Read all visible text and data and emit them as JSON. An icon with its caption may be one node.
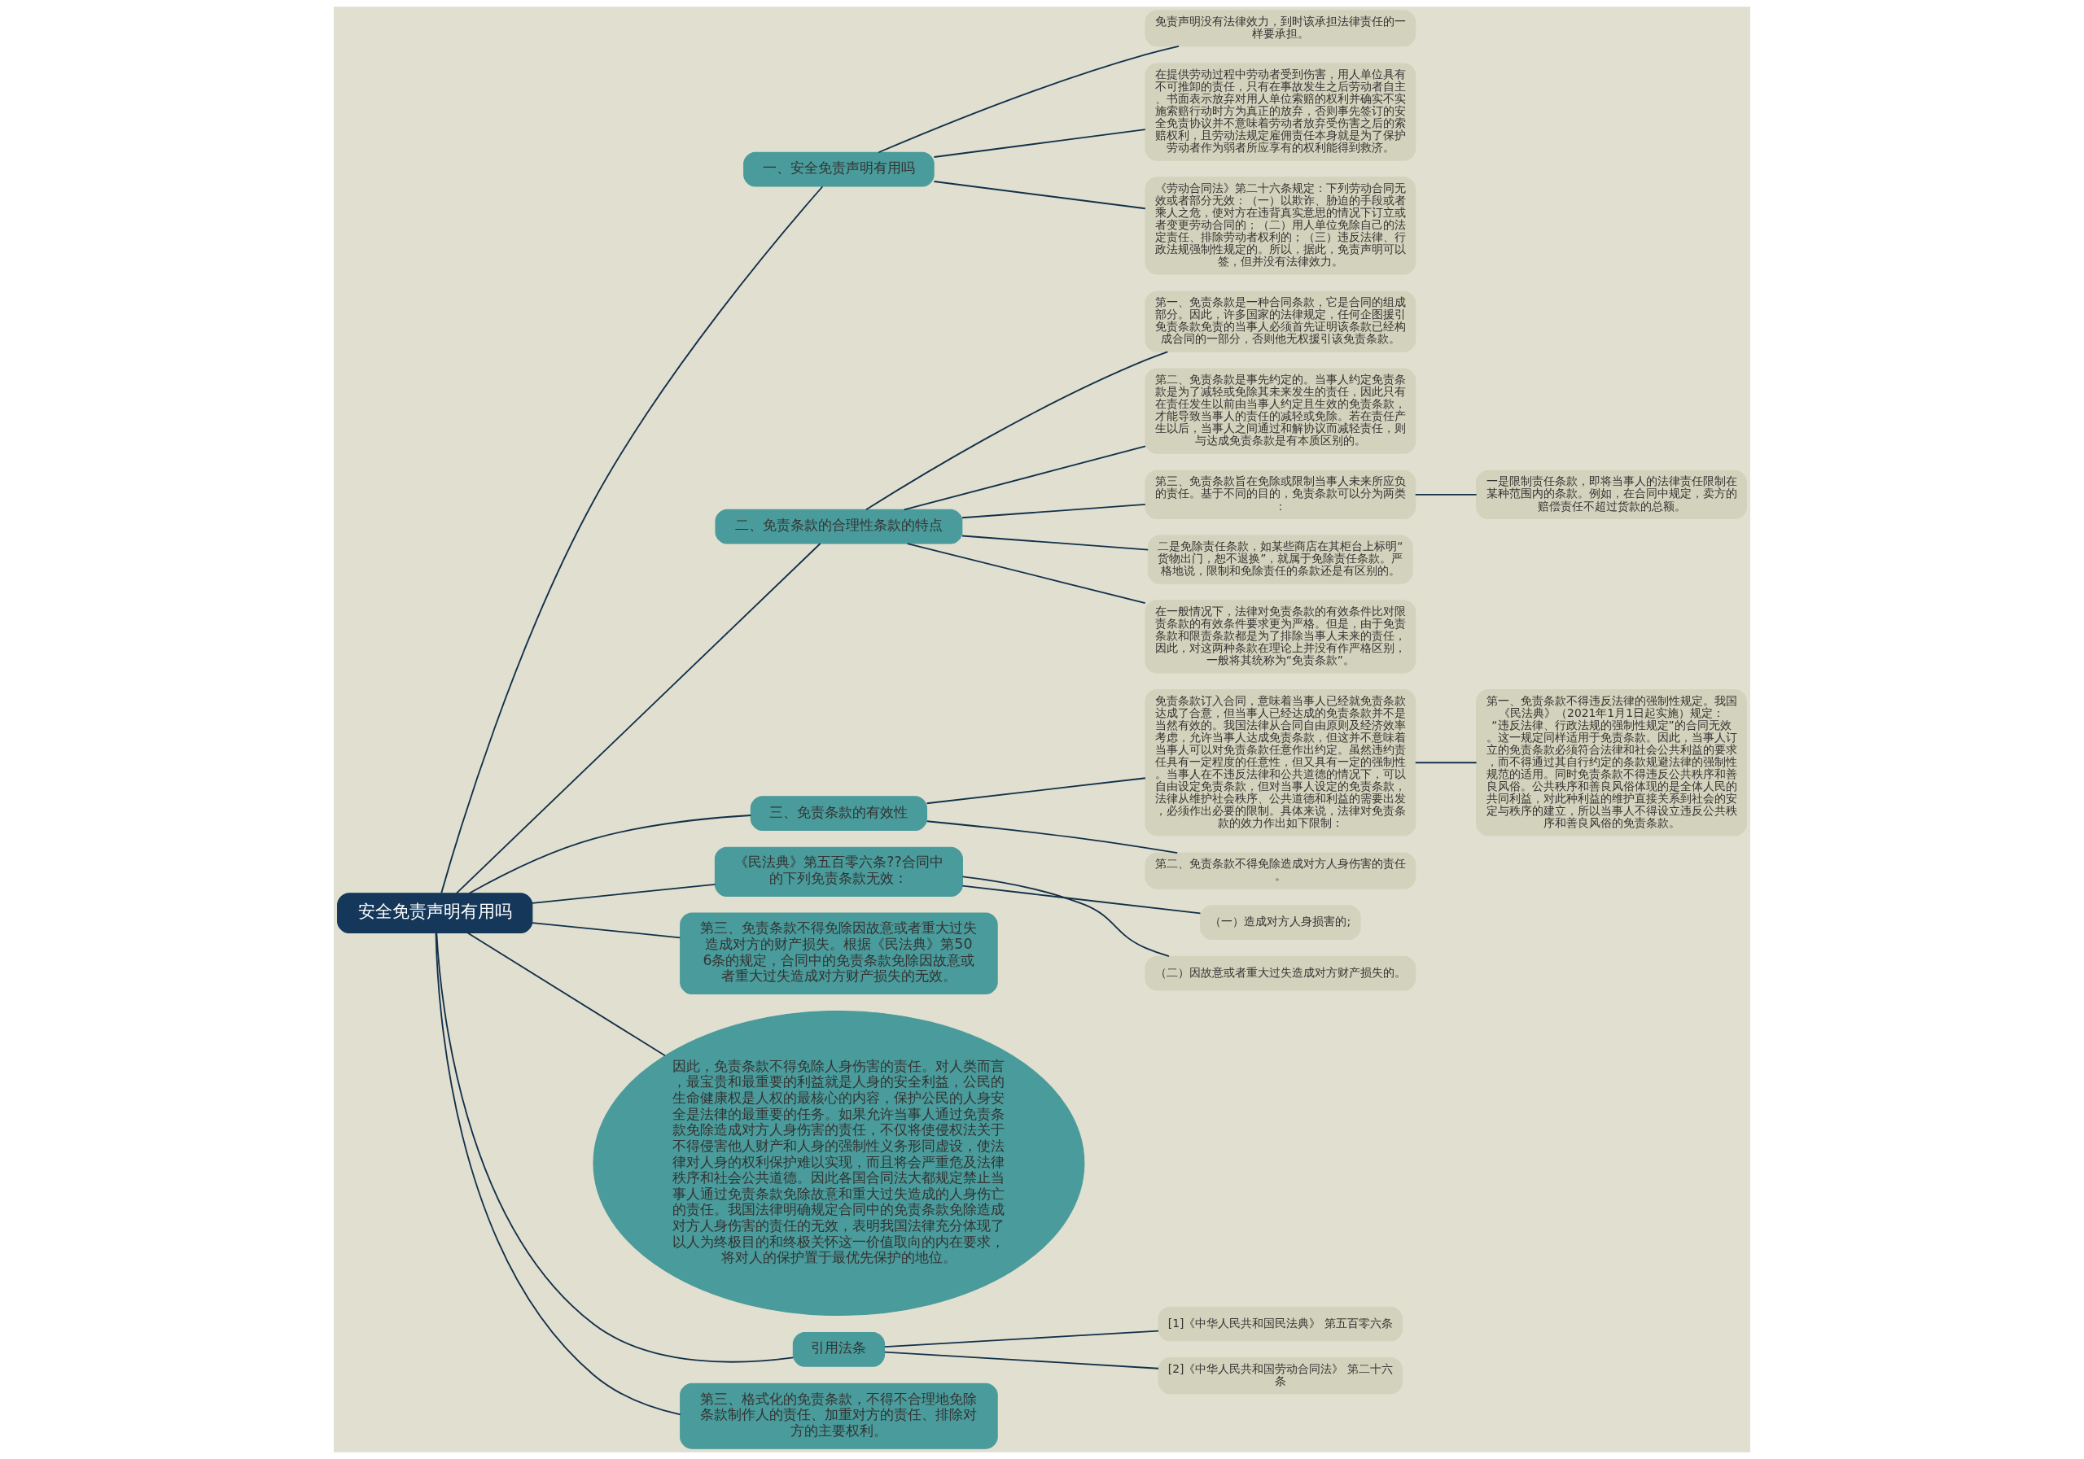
{
  "diagram": {
    "nodes": [
      {
        "text": [
          "安全免责声明有用吗"
        ]
      },
      {
        "text": [
          "一、安全免责声明有用吗"
        ]
      },
      {
        "text": [
          "免责声明没有法律效力，到时该承担法律责任的一样要承担。"
        ]
      },
      {
        "text": [
          "在提供劳动过程中劳动者受到伤害，用人单位具有不可推卸的责任，只有在事故发生之后劳动者自主、书面表示放弃对用人单位索赔的权利并确实不实施索赔行动时方为真正的放弃，否则事先签订的安全免责协议并不意味着劳动者放弃受伤害之后的索赔权利，且劳动法规定雇佣责任本身就是为了保护劳动者作为弱者所应享有的权利能得到救济。"
        ]
      },
      {
        "text": [
          "《劳动合同法》第二十六条规定：下列劳动合同无效或者部分无效：（一）以欺诈、胁迫的手段或者乘人之危，使对方在违背真实意思的情况下订立或者变更劳动合同的；（二）用人单位免除自己的法定责任、排除劳动者权利的；（三）违反法律、行政法规强制性规定的。所以，据此，免责声明可以签，但并没有法律效力。"
        ]
      },
      {
        "text": [
          "二、免责条款的合理性条款的特点"
        ]
      },
      {
        "text": [
          "第一、免责条款是一种合同条款，它是合同的组成部分。因此，许多国家的法律规定，任何企图援引免责条款免责的当事人必须首先证明该条款已经构成合同的一部分，否则他无权援引该免责条款。"
        ]
      },
      {
        "text": [
          "第二、免责条款是事先约定的。当事人约定免责条款是为了减轻或免除其未来发生的责任，因此只有在责任发生以前由当事人约定且生效的免责条款，才能导致当事人的责任的减轻或免除。若在责任产生以后，当事人之间通过和解协议而减轻责任，则与达成免责条款是有本质区别的。"
        ]
      },
      {
        "text": [
          "第三、免责条款旨在免除或限制当事人未来所应负的责任。基于不同的目的，免责条款可以分为两类："
        ]
      },
      {
        "text": [
          "一是限制责任条款，即将当事人的法律责任限制在某种范围内的条款。例如，在合同中规定，卖方的赔偿责任不超过货款的总额。"
        ]
      },
      {
        "text": [
          "二是免除责任条款，如某些商店在其柜台上标明“货物出门，恕不退换”，就属于免除责任条款。严格地说，限制和免除责任的条款还是有区别的。"
        ]
      },
      {
        "text": [
          "在一般情况下，法律对免责条款的有效条件比对限责条款的有效条件要求更为严格。但是，由于免责条款和限责条款都是为了排除当事人未来的责任，因此，对这两种条款在理论上并没有作严格区别，一般将其统称为“免责条款”。"
        ]
      },
      {
        "text": [
          "三、免责条款的有效性"
        ]
      },
      {
        "text": [
          "免责条款订入合同，意味着当事人已经就免责条款达成了合意，但当事人已经达成的免责条款并不是当然有效的。我国法律从合同自由原则及经济效率考虑，允许当事人达成免责条款，但这并不意味着当事人可以对免责条款任意作出约定。虽然违约责任具有一定程度的任意性，但又具有一定的强制性。当事人在不违反法律和公共道德的情况下，可以自由设定免责条款，但对当事人设定的免责条款，法律从维护社会秩序、公共道德和利益的需要出发，必须作出必要的限制。具体来说，法律对免责条款的效力作出如下限制："
        ]
      },
      {
        "text": [
          "第一、免责条款不得违反法律的强制性规定。我国《民法典》（2021年1月1日起实施）规定：“违反法律、行政法规的强制性规定”的合同无效。这一规定同样适用于免责条款。因此，当事人订立的免责条款必须符合法律和社会公共利益的要求，而不得通过其自行约定的条款规避法律的强制性规范的适用。同时免责条款不得违反公共秩序和善良风俗。公共秩序和善良风俗体现的是全体人民的共同利益，对此种利益的维护直接关系到社会的安定与秩序的建立，所以当事人不得设立违反公共秩序和善良风俗的免责条款。"
        ]
      },
      {
        "text": [
          "第二、免责条款不得免除造成对方人身伤害的责任。"
        ]
      },
      {
        "text": [
          "《民法典》第五百零六条??合同中的下列免责条款无效："
        ]
      },
      {
        "text": [
          "（一）造成对方人身损害的;"
        ]
      },
      {
        "text": [
          "（二）因故意或者重大过失造成对方财产损失的。"
        ]
      },
      {
        "text": [
          "第三、免责条款不得免除因故意或者重大过失造成对方的财产损失。根据《民法典》第506条的规定，合同中的免责条款免除因故意或者重大过失造成对方财产损失的无效。"
        ]
      },
      {
        "text": [
          "因此，免责条款不得免除人身伤害的责任。对人类而言，最宝贵和最重要的利益就是人身的安全利益，公民的生命健康权是人权的最核心的内容，保护公民的人身安全是法律的最重要的任务。如果允许当事人通过免责条款免除造成对方人身伤害的责任，不仅将使侵权法关于不得侵害他人财产和人身的强制性义务形同虚设，使法律对人身的权利保护难以实现，而且将会严重危及法律秩序和社会公共道德。因此各国合同法大都规定禁止当事人通过免责条款免除故意和重大过失造成的人身伤亡的责任。我国法律明确规定合同中的免责条款免除造成对方人身伤害的责任的无效，表明我国法律充分体现了以人为终极目的和终极关怀这一价值取向的内在要求，将对人的保护置于最优先保护的地位。"
        ]
      },
      {
        "text": [
          "引用法条"
        ]
      },
      {
        "text": [
          "[1]《中华人民共和国民法典》 第五百零六条"
        ]
      },
      {
        "text": [
          "[2]《中华人民共和国劳动合同法》 第二十六条"
        ]
      },
      {
        "text": [
          "第三、格式化的免责条款，不得不合理地免除条款制作人的责任、加重对方的责任、排除对方的主要权利。"
        ]
      }
    ],
    "edges": [
      {
        "from": 0,
        "to": 1,
        "arrow": "none"
      },
      {
        "from": 1,
        "to": 2,
        "arrow": "none"
      },
      {
        "from": 1,
        "to": 3,
        "arrow": "none"
      },
      {
        "from": 1,
        "to": 4,
        "arrow": "none"
      },
      {
        "from": 0,
        "to": 5,
        "arrow": "none"
      },
      {
        "from": 5,
        "to": 6,
        "arrow": "none"
      },
      {
        "from": 5,
        "to": 7,
        "arrow": "none"
      },
      {
        "from": 5,
        "to": 8,
        "arrow": "none"
      },
      {
        "from": 8,
        "to": 9,
        "arrow": "none"
      },
      {
        "from": 5,
        "to": 10,
        "arrow": "none"
      },
      {
        "from": 5,
        "to": 11,
        "arrow": "none"
      },
      {
        "from": 0,
        "to": 12,
        "arrow": "none"
      },
      {
        "from": 12,
        "to": 13,
        "arrow": "none"
      },
      {
        "from": 13,
        "to": 14,
        "arrow": "none"
      },
      {
        "from": 12,
        "to": 15,
        "arrow": "none"
      },
      {
        "from": 0,
        "to": 16,
        "arrow": "none"
      },
      {
        "from": 16,
        "to": 17,
        "arrow": "none"
      },
      {
        "from": 16,
        "to": 18,
        "arrow": "none"
      },
      {
        "from": 0,
        "to": 19,
        "arrow": "none"
      },
      {
        "from": 0,
        "to": 20,
        "arrow": "none"
      },
      {
        "from": 0,
        "to": 21,
        "arrow": "none"
      },
      {
        "from": 21,
        "to": 22,
        "arrow": "none"
      },
      {
        "from": 21,
        "to": 23,
        "arrow": "none"
      },
      {
        "from": 0,
        "to": 24,
        "arrow": "none"
      }
    ]
  }
}
